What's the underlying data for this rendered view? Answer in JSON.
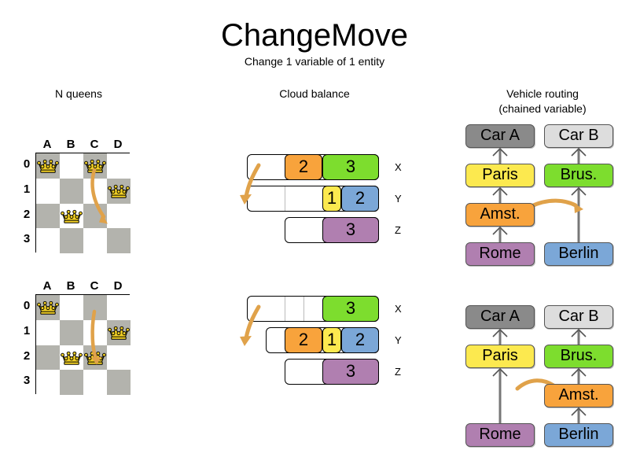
{
  "header": {
    "title": "ChangeMove",
    "subtitle": "Change 1 variable of 1 entity"
  },
  "columns": {
    "nqueens": {
      "heading": "N queens"
    },
    "cloud": {
      "heading": "Cloud balance"
    },
    "vrp": {
      "heading_line1": "Vehicle routing",
      "heading_line2": "(chained variable)"
    }
  },
  "nqueens": {
    "files": [
      "A",
      "B",
      "C",
      "D"
    ],
    "ranks": [
      "0",
      "1",
      "2",
      "3"
    ],
    "before": {
      "queens": [
        {
          "file": 0,
          "rank": 0
        },
        {
          "file": 2,
          "rank": 0
        },
        {
          "file": 3,
          "rank": 1
        },
        {
          "file": 1,
          "rank": 2
        }
      ],
      "move": {
        "from_file": 2,
        "from_rank": 0,
        "to_file": 2,
        "to_rank": 2
      }
    },
    "after": {
      "queens": [
        {
          "file": 0,
          "rank": 0
        },
        {
          "file": 3,
          "rank": 1
        },
        {
          "file": 1,
          "rank": 2
        },
        {
          "file": 2,
          "rank": 2
        }
      ],
      "move": {
        "from_file": 2,
        "from_rank": 0,
        "to_file": 2,
        "to_rank": 2
      }
    }
  },
  "cloud": {
    "row_labels": [
      "X",
      "Y",
      "Z"
    ],
    "before": [
      {
        "label": "X",
        "segments": [
          {
            "value": "2",
            "color": "#f8a33c",
            "width": 48
          },
          {
            "value": "3",
            "color": "#7ddd2e",
            "width": 72
          }
        ],
        "lead_blank": 48,
        "inner_dividers": []
      },
      {
        "label": "Y",
        "segments": [
          {
            "value": "1",
            "color": "#fce94f",
            "width": 24
          },
          {
            "value": "2",
            "color": "#7ba7d7",
            "width": 48
          }
        ],
        "lead_blank": 96,
        "inner_dividers": [
          48
        ]
      },
      {
        "label": "Z",
        "segments": [
          {
            "value": "3",
            "color": "#b07fb0",
            "width": 72
          }
        ],
        "lead_blank": 48,
        "inner_dividers": []
      }
    ],
    "after": [
      {
        "label": "X",
        "segments": [
          {
            "value": "3",
            "color": "#7ddd2e",
            "width": 72
          }
        ],
        "lead_blank": 96,
        "inner_dividers": [
          48,
          72
        ]
      },
      {
        "label": "Y",
        "segments": [
          {
            "value": "2",
            "color": "#f8a33c",
            "width": 48
          },
          {
            "value": "1",
            "color": "#fce94f",
            "width": 24
          },
          {
            "value": "2",
            "color": "#7ba7d7",
            "width": 48
          }
        ],
        "lead_blank": 24,
        "inner_dividers": []
      },
      {
        "label": "Z",
        "segments": [
          {
            "value": "3",
            "color": "#b07fb0",
            "width": 72
          }
        ],
        "lead_blank": 48,
        "inner_dividers": []
      }
    ]
  },
  "vrp": {
    "before": {
      "chain_a": [
        {
          "label": "Car A",
          "color": "#8a8a8a"
        },
        {
          "label": "Paris",
          "color": "#fce94f"
        },
        {
          "label": "Amst.",
          "color": "#f8a33c"
        },
        {
          "label": "Rome",
          "color": "#b07fb0"
        }
      ],
      "chain_b": [
        {
          "label": "Car B",
          "color": "#dddddd"
        },
        {
          "label": "Brus.",
          "color": "#7ddd2e"
        },
        {
          "label": "Berlin",
          "color": "#7ba7d7"
        }
      ]
    },
    "after": {
      "chain_a": [
        {
          "label": "Car A",
          "color": "#8a8a8a"
        },
        {
          "label": "Paris",
          "color": "#fce94f"
        },
        {
          "label": "Rome",
          "color": "#b07fb0"
        }
      ],
      "chain_b": [
        {
          "label": "Car B",
          "color": "#dddddd"
        },
        {
          "label": "Brus.",
          "color": "#7ddd2e"
        },
        {
          "label": "Amst.",
          "color": "#f8a33c"
        },
        {
          "label": "Berlin",
          "color": "#7ba7d7"
        }
      ]
    }
  },
  "colors": {
    "orange": "#f8a33c",
    "green": "#7ddd2e",
    "yellow": "#fce94f",
    "blue": "#7ba7d7",
    "purple": "#b07fb0",
    "car_a_gray": "#8a8a8a",
    "car_b_gray": "#dddddd",
    "board_dark": "#b3b3ad",
    "arrow": "#e0a24a",
    "queen_gold": "#f2d024"
  }
}
